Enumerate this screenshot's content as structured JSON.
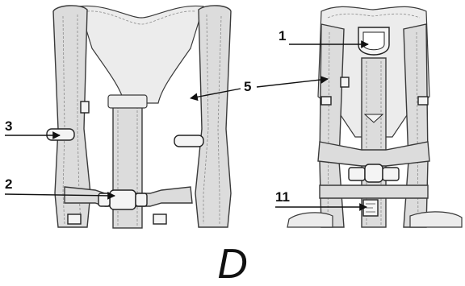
{
  "figure": {
    "letter": "D",
    "callouts": {
      "c1": "1",
      "c2": "2",
      "c3": "3",
      "c5": "5",
      "c11": "11"
    }
  }
}
